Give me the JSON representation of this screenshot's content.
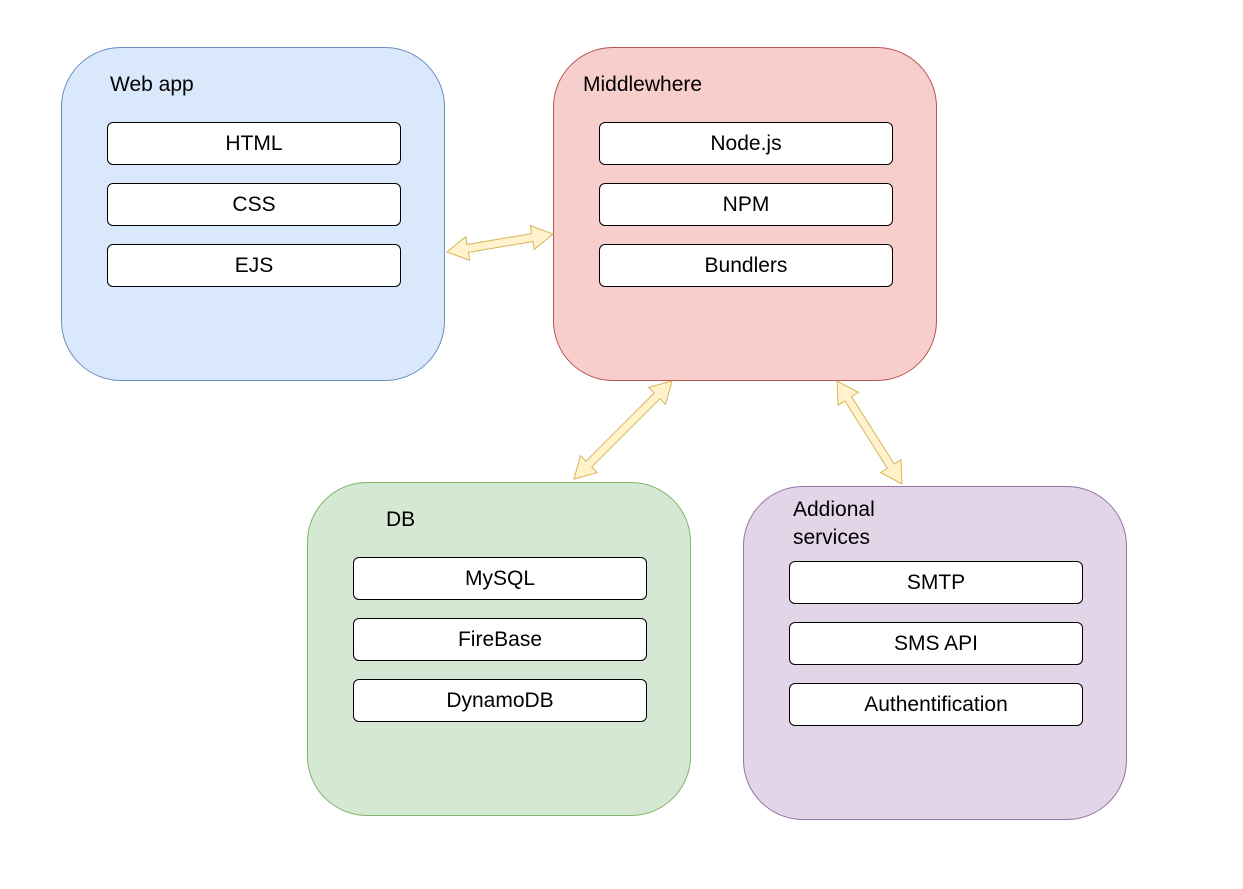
{
  "colors": {
    "webapp_fill": "#dae8fc",
    "webapp_stroke": "#6c8ebf",
    "middleware_fill": "#f8cecc",
    "middleware_stroke": "#b85450",
    "db_fill": "#d5e8d4",
    "db_stroke": "#82b366",
    "services_fill": "#e1d5e7",
    "services_stroke": "#9673a6",
    "arrow_fill": "#fff2cc",
    "arrow_stroke": "#d6b656"
  },
  "webapp": {
    "title": "Web app",
    "items": [
      "HTML",
      "CSS",
      "EJS"
    ]
  },
  "middleware": {
    "title": "Middlewhere",
    "items": [
      "Node.js",
      "NPM",
      "Bundlers"
    ]
  },
  "db": {
    "title": "DB",
    "items": [
      "MySQL",
      "FireBase",
      "DynamoDB"
    ]
  },
  "services": {
    "title": "Addional\n services",
    "items": [
      "SMTP",
      "SMS API",
      "Authentification"
    ]
  },
  "connections": [
    {
      "from": "webapp",
      "to": "middleware",
      "type": "bidirectional"
    },
    {
      "from": "middleware",
      "to": "db",
      "type": "bidirectional"
    },
    {
      "from": "middleware",
      "to": "services",
      "type": "bidirectional"
    }
  ]
}
